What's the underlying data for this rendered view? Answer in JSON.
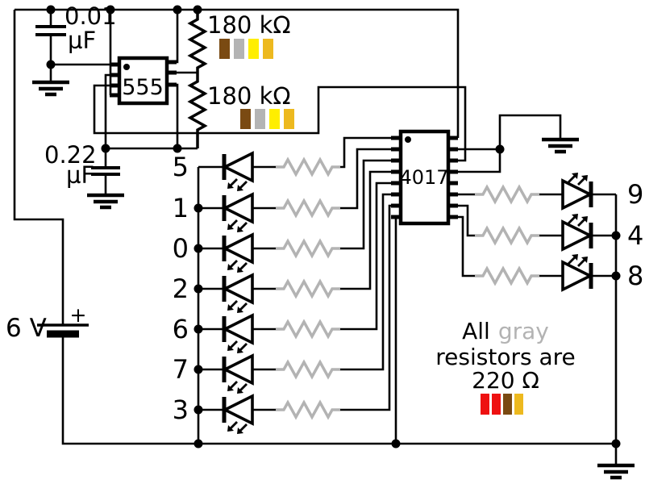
{
  "battery": {
    "voltage": "6 V",
    "polarity": "+"
  },
  "ics": {
    "timer_label": "555",
    "counter_label": "4017"
  },
  "capacitors": {
    "c1": {
      "value": "0.01",
      "unit": "µF"
    },
    "c2": {
      "value": "0.22",
      "unit": "µF"
    }
  },
  "timing_resistors": {
    "r1_label": "180 kΩ",
    "r2_label": "180 kΩ"
  },
  "output_labels": {
    "left": [
      "5",
      "1",
      "0",
      "2",
      "6",
      "7",
      "3"
    ],
    "right": [
      "9",
      "4",
      "8"
    ]
  },
  "note": {
    "word1": "All",
    "word2": "gray",
    "line2": "resistors are",
    "line3": "220 Ω"
  },
  "colors": {
    "band_brown": "#7a4a12",
    "band_silver": "#b4b4b4",
    "band_yellow": "#ffee00",
    "band_gold": "#edb91f",
    "band_red": "#ee1111",
    "gray_resistor": "#b3b3b3",
    "gray_text": "#b3b3b3"
  }
}
